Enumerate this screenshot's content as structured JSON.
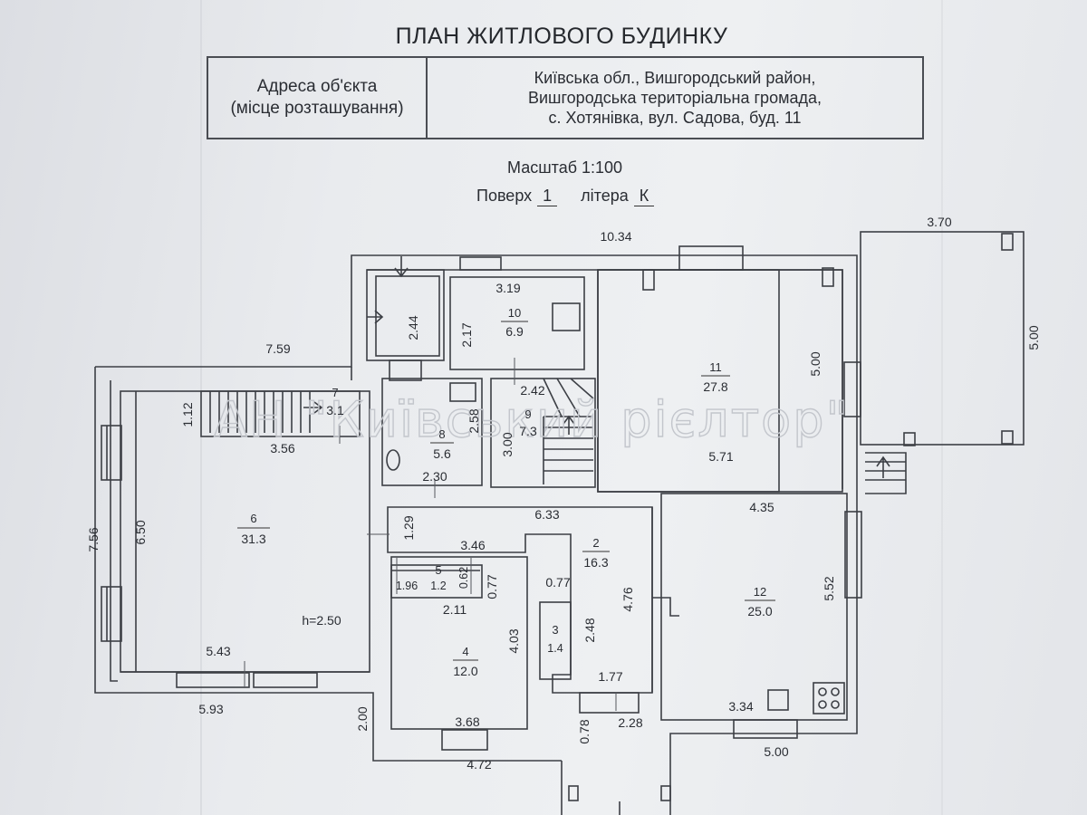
{
  "title": "ПЛАН ЖИТЛОВОГО БУДИНКУ",
  "address_label": [
    "Адреса об'єкта",
    "(місце розташування)"
  ],
  "address_value": [
    "Київська обл., Вишгородський район,",
    "Вишгородська територіальна громада,",
    "с. Хотянівка, вул. Садова, буд. 11"
  ],
  "scale": "Масштаб 1:100",
  "floor_label": "Поверх",
  "floor_value": "1",
  "letter_label": "літера",
  "letter_value": "К",
  "watermark": "АН \"Київський рієлтор\"",
  "rooms": [
    {
      "num": "2",
      "area": "16.3"
    },
    {
      "num": "3",
      "area": "1.4"
    },
    {
      "num": "4",
      "area": "12.0"
    },
    {
      "num": "5",
      "area": "1.2"
    },
    {
      "num": "6",
      "area": "31.3"
    },
    {
      "num": "7",
      "area": "3.1"
    },
    {
      "num": "8",
      "area": "5.6"
    },
    {
      "num": "9",
      "area": "7.3"
    },
    {
      "num": "10",
      "area": "6.9"
    },
    {
      "num": "11",
      "area": "27.8"
    },
    {
      "num": "12",
      "area": "25.0"
    }
  ],
  "ceiling_height": "h=2.50",
  "dimensions": {
    "top_total": "10.34",
    "terrace_top": "3.70",
    "terrace_side": "5.00",
    "left_top": "7.59",
    "left_side": "7.56",
    "r6_height": "6.50",
    "r7_depth": "1.12",
    "r7_width": "3.56",
    "r6_bottom_inner": "5.43",
    "r6_bottom_outer": "5.93",
    "vestibule_depth": "2.44",
    "r10_depth": "2.17",
    "r10_width": "3.19",
    "r8_depth": "2.58",
    "r8_width": "2.30",
    "r9_width": "2.42",
    "r9_depth": "3.00",
    "r11_depth": "5.00",
    "r11_width": "5.71",
    "r2_width": "6.33",
    "r2_depth_left": "1.29",
    "r2_depth": "4.76",
    "r12_width_top": "4.35",
    "r12_depth": "5.52",
    "r12_width_bottom": "3.34",
    "outer_bottom_right": "5.00",
    "r5_len": "3.46",
    "r5_a": "1.96",
    "r5_b": "0.62",
    "r4_top": "2.11",
    "r4_gap": "0.77",
    "r4_depth": "4.03",
    "r4_width": "3.68",
    "r3_gap": "0.77",
    "r3_depth": "2.48",
    "hall_width": "1.77",
    "porch_depth": "0.78",
    "porch_width": "2.28",
    "bottom_left_depth": "2.00",
    "bottom_outer": "4.72"
  }
}
